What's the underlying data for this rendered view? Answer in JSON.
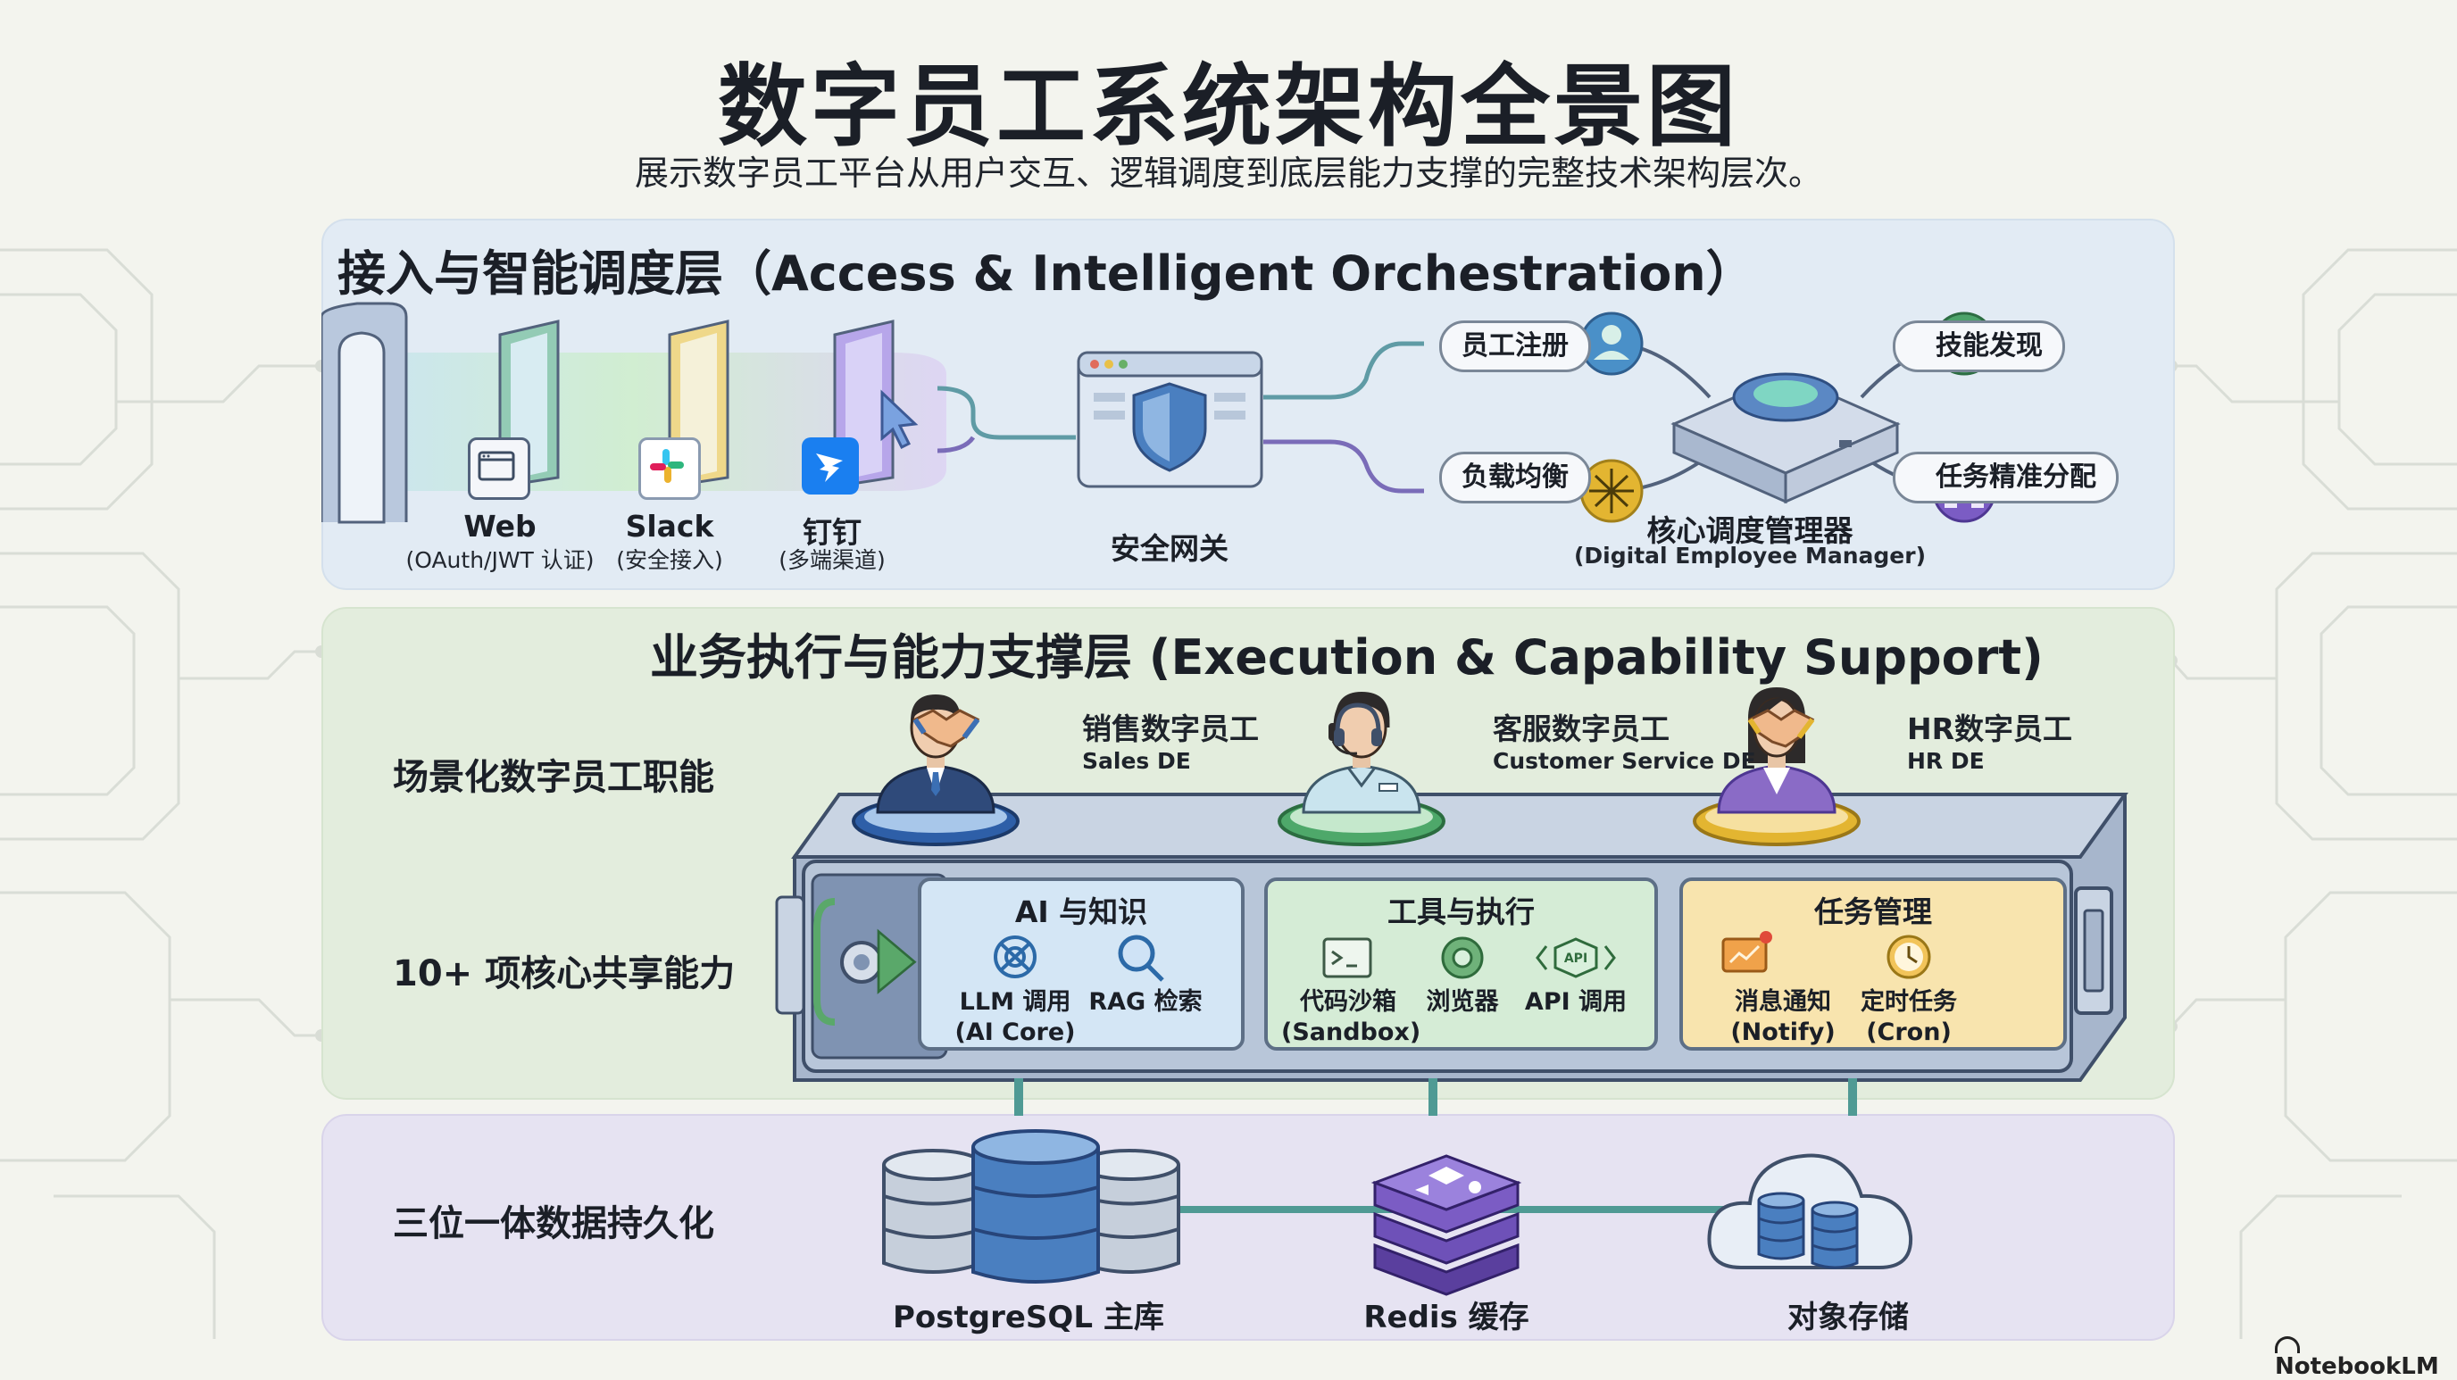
{
  "header": {
    "title": "数字员工系统架构全景图",
    "subtitle": "展示数字员工平台从用户交互、逻辑调度到底层能力支撑的完整技术架构层次。"
  },
  "layer1": {
    "title": "接入与智能调度层（Access & Intelligent Orchestration）",
    "channels": [
      {
        "name": "Web",
        "desc": "(OAuth/JWT 认证)",
        "icon": "browser-window-icon"
      },
      {
        "name": "Slack",
        "desc": "(安全接入)",
        "icon": "slack-logo-icon"
      },
      {
        "name": "钉钉",
        "desc": "(多端渠道)",
        "icon": "dingtalk-logo-icon"
      }
    ],
    "gateway": {
      "label": "安全网关",
      "icon": "shield-icon"
    },
    "manager": {
      "label": "核心调度管理器",
      "sublabel": "(Digital Employee Manager)",
      "functions": [
        "员工注册",
        "负载均衡",
        "技能发现",
        "任务精准分配"
      ]
    }
  },
  "layer2": {
    "title": "业务执行与能力支撑层 (Execution & Capability Support)",
    "row_labels": {
      "roles": "场景化数字员工职能",
      "capabilities": "10+ 项核心共享能力"
    },
    "employees": [
      {
        "name": "销售数字员工",
        "en": "Sales DE",
        "icon": "handshake-icon"
      },
      {
        "name": "客服数字员工",
        "en": "Customer Service DE",
        "icon": "headset-icon"
      },
      {
        "name": "HR数字员工",
        "en": "HR DE",
        "icon": "handshake-icon"
      }
    ],
    "modules": [
      {
        "title": "AI 与知识",
        "color": "#d4e6f5",
        "items": [
          {
            "label": "LLM 调用",
            "sub": "(AI Core)",
            "icon": "openai-knot-icon"
          },
          {
            "label": "RAG 检索",
            "sub": "",
            "icon": "magnifier-icon"
          }
        ]
      },
      {
        "title": "工具与执行",
        "color": "#d5ecd6",
        "items": [
          {
            "label": "代码沙箱",
            "sub": "(Sandbox)",
            "icon": "terminal-icon"
          },
          {
            "label": "浏览器",
            "sub": "",
            "icon": "browser-globe-icon"
          },
          {
            "label": "API 调用",
            "sub": "",
            "icon": "api-badge-icon"
          }
        ]
      },
      {
        "title": "任务管理",
        "color": "#f8e4ae",
        "items": [
          {
            "label": "消息通知",
            "sub": "(Notify)",
            "icon": "notify-chart-icon"
          },
          {
            "label": "定时任务",
            "sub": "(Cron)",
            "icon": "clock-icon"
          }
        ]
      }
    ]
  },
  "layer3": {
    "title": "三位一体数据持久化",
    "stores": [
      {
        "label": "PostgreSQL 主库",
        "icon": "database-cylinders-icon"
      },
      {
        "label": "Redis 缓存",
        "icon": "redis-stack-icon"
      },
      {
        "label": "对象存储",
        "icon": "cloud-storage-icon"
      }
    ]
  },
  "footer": {
    "watermark": "NotebookLM"
  },
  "colors": {
    "blue": "#4a7fc0",
    "green": "#5aa86a",
    "gold": "#e3b531",
    "purple": "#7b5cc4",
    "navy": "#3a4e74"
  }
}
